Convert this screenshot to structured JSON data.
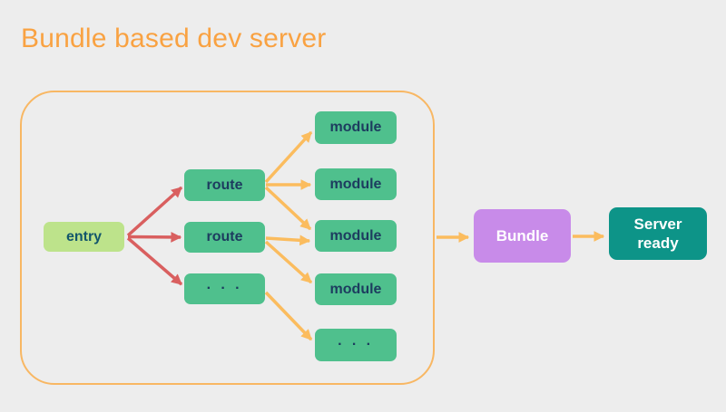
{
  "title": "Bundle based dev server",
  "colors": {
    "background": "#EDEDED",
    "title": "#F9A242",
    "container_border": "#F8B763",
    "entry_fill": "#BDE38B",
    "entry_text": "#12566B",
    "node_fill": "#4FC08D",
    "node_text": "#1D3C5F",
    "bundle_fill": "#C88BE9",
    "server_fill": "#0D9488",
    "light_text": "#FFFFFF",
    "arrow_red": "#D95F5F",
    "arrow_orange": "#FBBC5E"
  },
  "nodes": {
    "entry": {
      "label": "entry"
    },
    "route1": {
      "label": "route"
    },
    "route2": {
      "label": "route"
    },
    "route_ellipsis": {
      "label": "· · ·"
    },
    "module1": {
      "label": "module"
    },
    "module2": {
      "label": "module"
    },
    "module3": {
      "label": "module"
    },
    "module4": {
      "label": "module"
    },
    "module_ellipsis": {
      "label": "· · ·"
    },
    "bundle": {
      "label": "Bundle"
    },
    "server": {
      "label": "Server ready"
    }
  }
}
